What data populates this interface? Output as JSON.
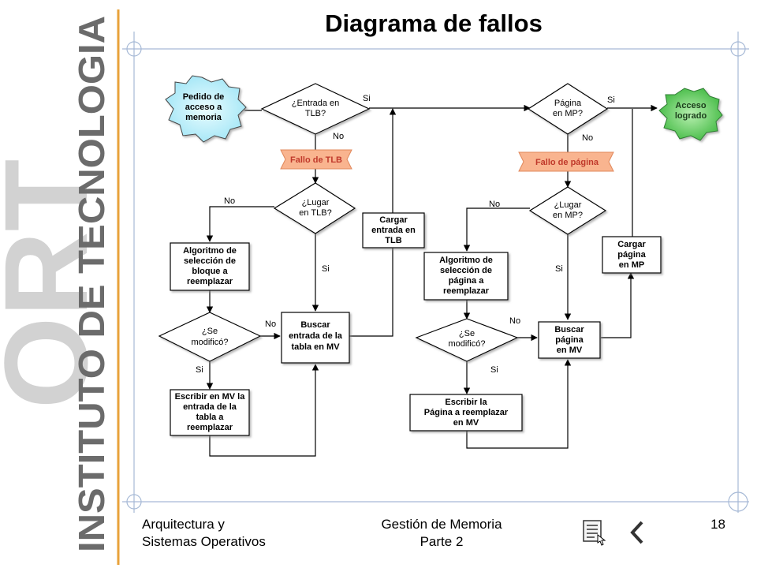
{
  "slide": {
    "title": "Diagrama de fallos",
    "page_number": "18",
    "footer_left": [
      "Arquitectura y",
      "Sistemas Operativos"
    ],
    "footer_center": [
      "Gestión de Memoria",
      "Parte 2"
    ]
  },
  "branding": {
    "logo_text": "ORT",
    "institution": "INSTITUTO DE TECNOLOGIA"
  },
  "colors": {
    "start_fill": "#bfeffa",
    "end_fill": "#66cc66",
    "fault_fill": "#f9b48f",
    "fault_text": "#c0392b",
    "accent_line": "#e8a23a",
    "guide_line": "#a6b9d6"
  },
  "diagram": {
    "start_node": [
      "Pedido de",
      "acceso a",
      "memoria"
    ],
    "end_node": [
      "Acceso",
      "logrado"
    ],
    "tlb_decision": [
      "¿Entrada en",
      "TLB?"
    ],
    "mp_decision": [
      "Página",
      "en MP?"
    ],
    "tlb_fault": "Fallo de TLB",
    "page_fault": "Fallo de página",
    "tlb_room_decision": [
      "¿Lugar",
      "en TLB?"
    ],
    "mp_room_decision": [
      "¿Lugar",
      "en MP?"
    ],
    "tlb_replace_algo": [
      "Algoritmo de",
      "selección de",
      "bloque a",
      "reemplazar"
    ],
    "load_tlb_entry": [
      "Cargar",
      "entrada en",
      "TLB"
    ],
    "page_replace_algo": [
      "Algoritmo de",
      "selección de",
      "página a",
      "reemplazar"
    ],
    "load_page_mp": [
      "Cargar",
      "página",
      "en MP"
    ],
    "tlb_modified_decision": [
      "¿Se",
      "modificó?"
    ],
    "search_table_entry": [
      "Buscar",
      "entrada de la",
      "tabla en MV"
    ],
    "page_modified_decision": [
      "¿Se",
      "modificó?"
    ],
    "search_page_mv": [
      "Buscar",
      "página",
      "en  MV"
    ],
    "write_table_entry": [
      "Escribir en MV la",
      "entrada de la",
      "tabla a",
      "reemplazar"
    ],
    "write_page": [
      "Escribir la",
      "Página a reemplazar",
      "en  MV"
    ],
    "label_yes": "Si",
    "label_no": "No"
  }
}
